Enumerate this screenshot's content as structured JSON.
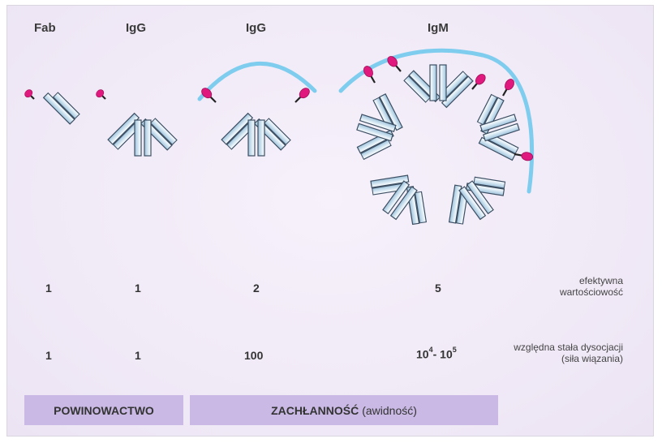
{
  "headers": {
    "fab": "Fab",
    "igg1": "IgG",
    "igg2": "IgG",
    "igm": "IgM"
  },
  "valency": {
    "label_line1": "efektywna",
    "label_line2": "wartościowość",
    "values": [
      "1",
      "1",
      "2",
      "5"
    ]
  },
  "dissociation": {
    "label_line1": "względna stała dysocjacji",
    "label_line2": "(siła wiązania)",
    "values": [
      "1",
      "1",
      "100"
    ],
    "igm": {
      "base1": "10",
      "exp1": "4",
      "sep": "- ",
      "base2": "10",
      "exp2": "5"
    }
  },
  "bands": {
    "affinity": "POWINOWACTWO",
    "avidity_main": "ZACHŁANNOŚĆ",
    "avidity_paren": "(awidność)"
  },
  "colors": {
    "antibody_fill": "#c2dced",
    "antibody_stroke": "#3d4f63",
    "antigen": "#e0197e",
    "surface": "#7ecdee",
    "band": "#c9b9e4"
  }
}
